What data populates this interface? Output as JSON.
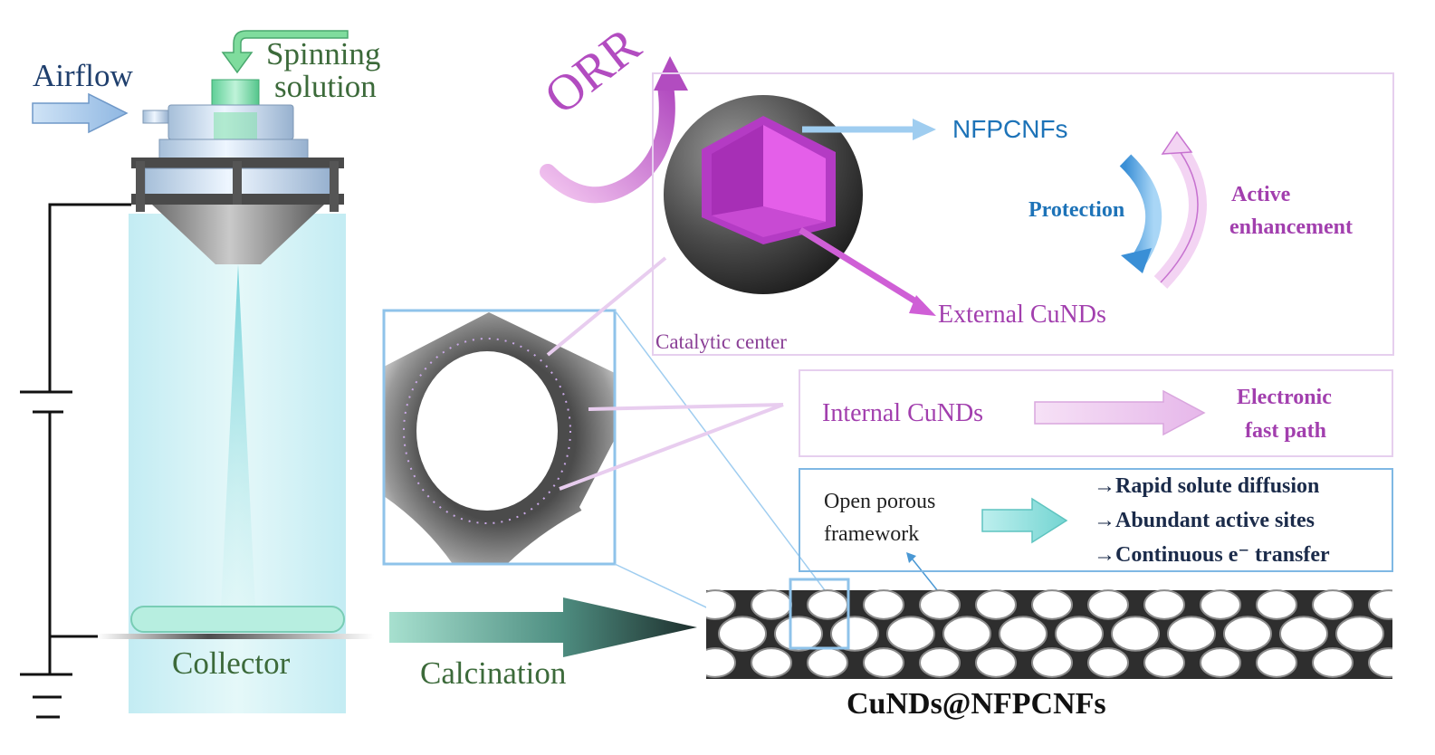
{
  "apparatus": {
    "airflow": "Airflow",
    "spinning_line1": "Spinning",
    "spinning_line2": "solution",
    "collector": "Collector",
    "calcination": "Calcination"
  },
  "catalyst_panel": {
    "orr": "ORR",
    "nfpcnfs": "NFPCNFs",
    "protection": "Protection",
    "active_line1": "Active",
    "active_line2": "enhancement",
    "external": "External CuNDs",
    "catalytic_center": "Catalytic center"
  },
  "internal_panel": {
    "internal": "Internal CuNDs",
    "electronic_line1": "Electronic",
    "electronic_line2": "fast path"
  },
  "porous_panel": {
    "open_line1": "Open porous",
    "open_line2": "framework",
    "bullets": [
      "→Rapid solute diffusion",
      "→Abundant active sites",
      "→Continuous e⁻ transfer"
    ]
  },
  "product_label": "CuNDs@NFPCNFs",
  "colors": {
    "magenta": "#a23fae",
    "pink_border": "#e3c9ee",
    "blue_text": "#1d73b8",
    "blue_border": "#7fb8e4",
    "green_text": "#3c6a3a",
    "dark_text": "#222222",
    "teal_arrow": "#8fe0dc"
  }
}
